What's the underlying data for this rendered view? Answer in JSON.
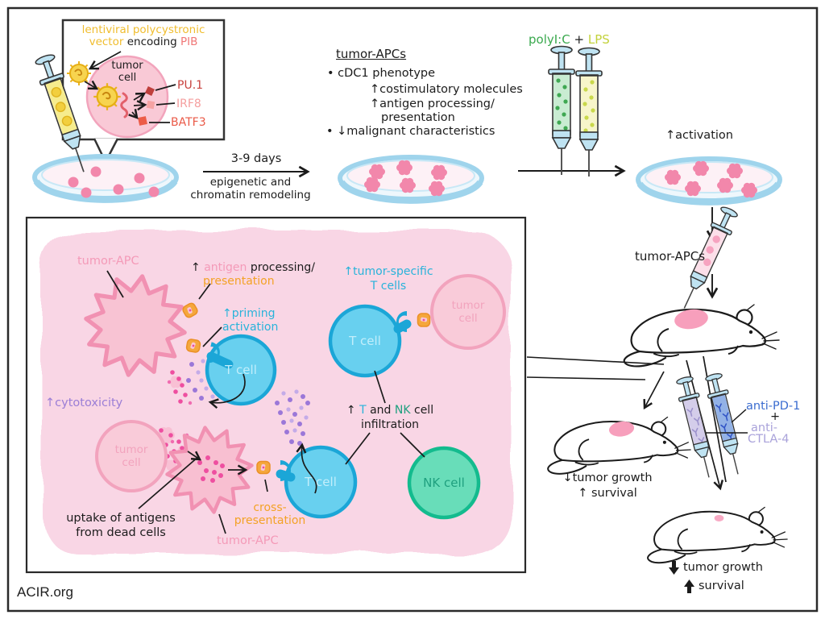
{
  "watermark": "ACIR.org",
  "colors": {
    "vector_yellow": "#f0bd2e",
    "pib_red": "#f07878",
    "pu1_red": "#c8423e",
    "irf8_salmon": "#f59e9e",
    "batf3_red": "#ea5947",
    "polyic_green": "#3aa94e",
    "lps_yellow_green": "#c3d23c",
    "cyan_accent": "#29b3da",
    "pink_label": "#f49ab8",
    "orange_accent": "#f3a226",
    "purple_accent": "#9b7ed6",
    "nk_green": "#1fa07f",
    "pd1_blue": "#3a6cd0",
    "ctla4_lavender": "#a9a2da",
    "tcell_fill": "#68d0ef",
    "nkcell_fill": "#68ddb9",
    "tumor_pink": "#f9cbd9",
    "tme_background": "#f9d6e5"
  },
  "construct_panel": {
    "title_line1": "lentiviral polycystronic",
    "vector_word": "vector",
    "encoding_word": " encoding ",
    "pib_word": "PIB",
    "tumor_cell_line1": "tumor",
    "tumor_cell_line2": "cell",
    "tf_pu1": "PU.1",
    "tf_irf8": "IRF8",
    "tf_batf3": "BATF3"
  },
  "culture_step": {
    "duration": "3-9 days",
    "process_line1": "epigenetic and",
    "process_line2": "chromatin remodeling"
  },
  "apc_panel": {
    "title": "tumor-APCs",
    "bullet1": "• cDC1 phenotype",
    "sub1": "↑costimulatory molecules",
    "sub2": "↑antigen processing/",
    "sub2_cont": "presentation",
    "bullet2": "• ↓malignant characteristics"
  },
  "adjuvants": {
    "polyic": "polyI:C",
    "plus": "+",
    "lps": "LPS"
  },
  "activation_label": "↑activation",
  "injection_label": "tumor-APCs",
  "tme": {
    "apc_label_top": "tumor-APC",
    "apc_label_bottom": "tumor-APC",
    "antigen_arrow": "↑ ",
    "antigen_word": "antigen",
    "processing_word": " processing/",
    "presentation_word": "presentation",
    "priming_line1": "↑priming",
    "priming_line2": "activation",
    "t_cell_label": "T cell",
    "tumor_cell_line1": "tumor",
    "tumor_cell_line2": "cell",
    "cytotoxicity": "↑cytotoxicity",
    "tumor_specific_line1": "↑tumor-specific",
    "tumor_specific_line2": "T cells",
    "infil_arrow": "↑ ",
    "infil_t": "T",
    "infil_and": " and ",
    "infil_nk": "NK",
    "infil_cell": " cell",
    "infil_line2": "infiltration",
    "nk_cell_label": "NK cell",
    "uptake_line1": "uptake of antigens",
    "uptake_line2": "from dead cells",
    "cross_line1": "cross-",
    "cross_line2": "presentation"
  },
  "checkpoint": {
    "pd1": "anti-PD-1",
    "plus": "+",
    "ctla4_line1": "anti-",
    "ctla4_line2": "CTLA-4"
  },
  "outcome_mid": {
    "line1": "↓tumor growth",
    "line2": "↑ survival"
  },
  "outcome_final": {
    "line1": "tumor growth",
    "line2": "survival"
  }
}
